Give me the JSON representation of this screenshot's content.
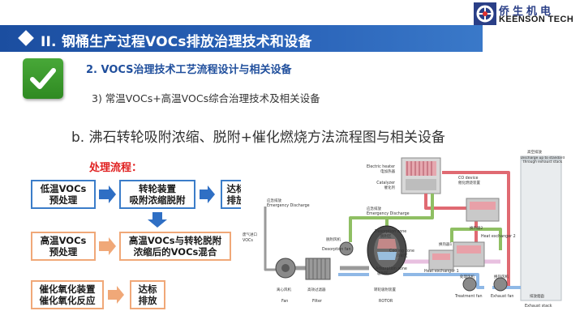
{
  "header": {
    "title": "II.  钢桶生产过程VOCs排放治理技术和设备"
  },
  "logo": {
    "cn": "侨生机电",
    "en": "KEENSON TECH"
  },
  "subheading": "2.  VOCS治理技术工艺流程设计与相关设备",
  "subitem": "3)  常温VOCs+高温VOCs综合治理技术及相关设备",
  "section": "b.  沸石转轮吸附浓缩、脱附+催化燃烧方法流程图与相关设备",
  "process_label": "处理流程：",
  "flow": {
    "row1": [
      "低温VOCs\n预处理",
      "转轮装置\n吸附浓缩脱附",
      "达标\n排放"
    ],
    "row2": [
      "高温VOCs\n预处理",
      "高温VOCs与转轮脱附\n浓缩后的VOCs混合"
    ],
    "row3": [
      "催化氧化装置\n催化氧化反应",
      "达标\n排放"
    ]
  },
  "diagram": {
    "labels": {
      "electric_heater_en": "Electric heater",
      "electric_heater_cn": "电加热器",
      "catalyzer_en": "Catalyzer",
      "catalyzer_cn": "催化剂",
      "co_device_en": "CO device",
      "co_device_cn": "催化燃烧装置",
      "chimney_cn": "高空排放",
      "chimney_en": "Discharge up to standard through exhaust stack",
      "emergency_1_cn": "应急排放",
      "emergency_1_en": "Emergency Discharge",
      "emergency_2_cn": "应急排放",
      "emergency_2_en": "Emergency Discharge",
      "voc_in_cn": "废气进口",
      "voc_in_en": "VOCs",
      "desorption_zone_en": "Desorption zone",
      "desorption_zone_cn": "脱附区",
      "desorption_fan_cn": "脱附风机",
      "desorption_fan_en": "Desorption fan",
      "cooling_zone_en": "Cooling zone",
      "cooling_zone_cn": "冷却区",
      "adsorption_zone_en": "Adsorption zone",
      "adsorption_zone_cn": "吸附区",
      "hex2_cn": "换热器2",
      "hex2_en": "Heat exchanger 2",
      "hex1_cn": "换热器1",
      "hex1_en": "Heat exchanger 1",
      "fan_cn": "离心风机",
      "fan_en": "Fan",
      "filter_cn": "高效过滤器",
      "filter_en": "Filter",
      "rotor_cn": "转轮吸附装置",
      "rotor_en": "ROTOR",
      "treatment_fan_cn": "处理风机",
      "treatment_fan_en": "Treatment fan",
      "exhaust_fan_cn": "换热风机",
      "exhaust_fan_en": "Exhaust fan",
      "exhaust_stack_cn": "排放烟囱",
      "exhaust_stack_en": "Exhaust stack"
    }
  },
  "colors": {
    "header": "#1b4ea0",
    "flow_blue": "#3b7dc9",
    "flow_orange": "#f0a878",
    "arrow_blue": "#2f6fc4",
    "process_red": "#e02020",
    "check_green": "#3a9a2c"
  }
}
